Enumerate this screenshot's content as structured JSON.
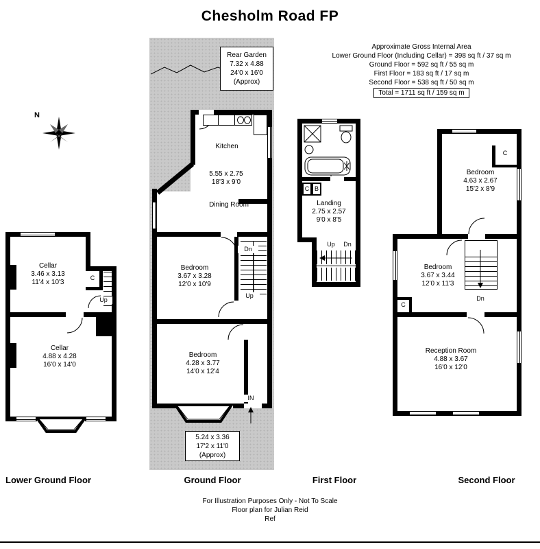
{
  "title": "Chesholm Road FP",
  "area_summary": {
    "heading": "Approximate Gross Internal Area",
    "lines": [
      "Lower Ground Floor (Including Cellar) = 398 sq ft / 37 sq m",
      "Ground Floor = 592 sq ft / 55 sq m",
      "First Floor = 183 sq ft / 17 sq m",
      "Second Floor = 538 sq ft / 50 sq m"
    ],
    "total": "Total = 1711 sq ft / 159 sq m"
  },
  "compass": {
    "north_label": "N"
  },
  "floors": {
    "lower_ground": {
      "label": "Lower Ground Floor",
      "cellar_small": {
        "name": "Cellar",
        "metric": "3.46 x 3.13",
        "imperial": "11'4 x 10'3"
      },
      "cellar_large": {
        "name": "Cellar",
        "metric": "4.88 x 4.28",
        "imperial": "16'0 x 14'0"
      },
      "closet": "C",
      "stairs_up": "Up"
    },
    "ground": {
      "label": "Ground Floor",
      "rear_garden": {
        "name": "Rear Garden",
        "metric": "7.32 x 4.88",
        "imperial": "24'0 x 16'0",
        "note": "(Approx)"
      },
      "kitchen": {
        "name": "Kitchen",
        "metric": "5.55 x 2.75",
        "imperial": "18'3 x 9'0"
      },
      "dining": {
        "name": "Dining Room"
      },
      "bedroom_mid": {
        "name": "Bedroom",
        "metric": "3.67 x 3.28",
        "imperial": "12'0 x 10'9"
      },
      "bedroom_front": {
        "name": "Bedroom",
        "metric": "4.28 x 3.77",
        "imperial": "14'0 x 12'4"
      },
      "front_garden": {
        "metric": "5.24 x 3.36",
        "imperial": "17'2 x 11'0",
        "note": "(Approx)"
      },
      "stairs_dn": "Dn",
      "stairs_up": "Up",
      "entrance": "IN"
    },
    "first": {
      "label": "First Floor",
      "landing": {
        "name": "Landing",
        "metric": "2.75 x 2.57",
        "imperial": "9'0 x 8'5"
      },
      "closet": "C",
      "boiler": "B",
      "stairs_up": "Up",
      "stairs_dn": "Dn"
    },
    "second": {
      "label": "Second Floor",
      "bedroom_rear": {
        "name": "Bedroom",
        "metric": "4.63 x 2.67",
        "imperial": "15'2 x 8'9"
      },
      "bedroom_mid": {
        "name": "Bedroom",
        "metric": "3.67 x 3.44",
        "imperial": "12'0 x 11'3"
      },
      "reception": {
        "name": "Reception Room",
        "metric": "4.88 x 3.67",
        "imperial": "16'0 x 12'0"
      },
      "closet_top": "C",
      "closet_mid": "C",
      "stairs_dn": "Dn"
    }
  },
  "footer": {
    "line1": "For Illustration Purposes Only - Not To Scale",
    "line2": "Floor plan for Julian Reid",
    "line3": "Ref"
  }
}
